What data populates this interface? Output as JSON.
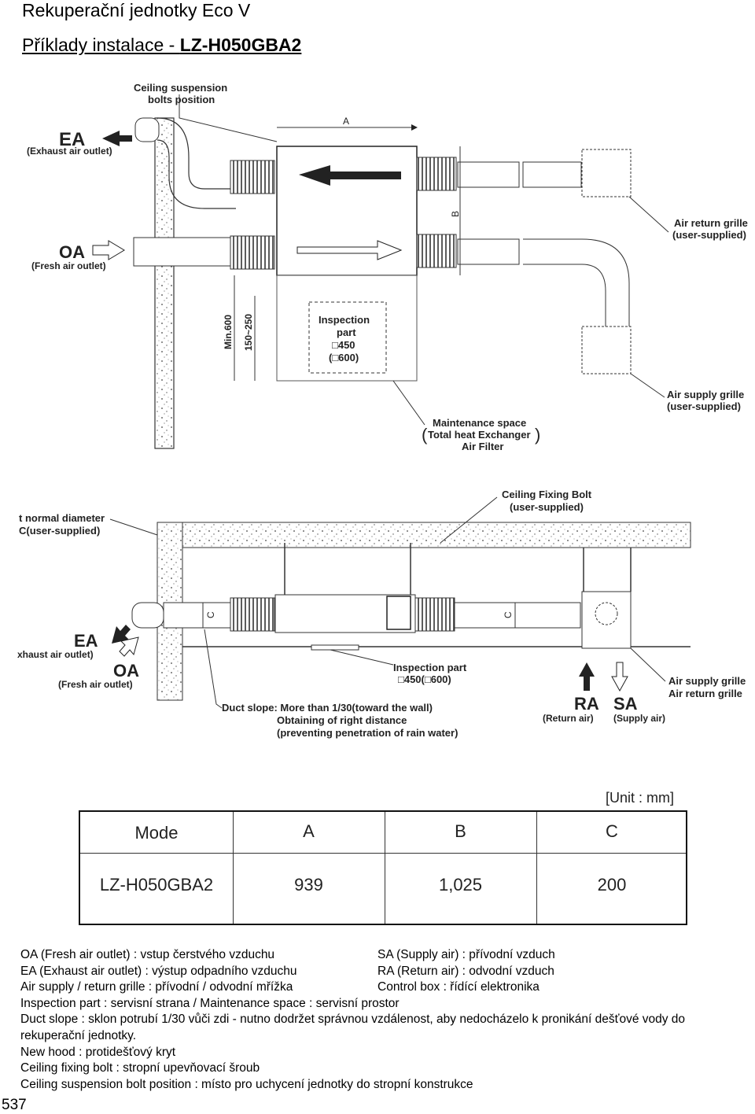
{
  "header": {
    "title": "Rekuperační jednotky Eco V",
    "subtitle_prefix": "Příklady instalace - ",
    "subtitle_model": "LZ-H050GBA2"
  },
  "diagram_top": {
    "ceiling_suspension": "Ceiling suspension",
    "bolts_position": "bolts position",
    "dim_a": "A",
    "dim_b": "B",
    "ea": "EA",
    "ea_sub": "(Exhaust air outlet)",
    "oa": "OA",
    "oa_sub": "(Fresh air outlet)",
    "air_return_grille": "Air return grille",
    "air_return_grille_sub": "(user-supplied)",
    "air_supply_grille": "Air supply grille",
    "air_supply_grille_sub": "(user-supplied)",
    "min600": "Min.600",
    "range150_250": "150~250",
    "inspection": "Inspection",
    "part": "part",
    "size450": "□450",
    "size600": "(□600)",
    "maintenance_space": "Maintenance space",
    "total_heat_exchanger": "Total heat Exchanger",
    "air_filter": "Air Filter"
  },
  "diagram_bottom": {
    "normal_diameter": "t normal diameter",
    "user_supplied_c": "C(user-supplied)",
    "ceiling_fixing_bolt": "Ceiling Fixing Bolt",
    "ceiling_fixing_bolt_sub": "(user-supplied)",
    "dim_c": "C",
    "ea": "EA",
    "ea_sub": "xhaust air outlet)",
    "oa": "OA",
    "oa_sub": "(Fresh air outlet)",
    "inspection_part": "Inspection part",
    "inspection_size": "□450(□600)",
    "air_supply_grille": "Air supply grille",
    "air_return_grille": "Air return grille",
    "ra": "RA",
    "ra_sub": "(Return air)",
    "sa": "SA",
    "sa_sub": "(Supply air)",
    "duct_slope_1": "Duct slope: More than 1/30(toward the wall)",
    "duct_slope_2": "Obtaining of right distance",
    "duct_slope_3": "(preventing penetration of rain water)"
  },
  "table": {
    "unit": "[Unit : mm]",
    "headers": [
      "Mode",
      "A",
      "B",
      "C"
    ],
    "rows": [
      [
        "LZ-H050GBA2",
        "939",
        "1,025",
        "200"
      ]
    ]
  },
  "legend": {
    "l1_left": "OA (Fresh air outlet) : vstup čerstvého vzduchu",
    "l1_right": "SA (Supply air) : přívodní vzduch",
    "l2_left": "EA (Exhaust air outlet) : výstup odpadního vzduchu",
    "l2_right": "RA (Return air) : odvodní vzduch",
    "l3_left": "Air supply / return grille : přívodní / odvodní mřížka",
    "l3_right": "Control box : řídící elektronika",
    "l4": "Inspection part : servisní strana / Maintenance space : servisní prostor",
    "l5": "Duct slope : sklon potrubí 1/30 vůči zdi - nutno dodržet správnou vzdálenost, aby nedocházelo k pronikání dešťové vody do rekuperační jednotky.",
    "l6": "New hood : protidešťový kryt",
    "l7": "Ceiling fixing bolt : stropní upevňovací šroub",
    "l8": "Ceiling suspension bolt position : místo pro uchycení jednotky do stropní konstrukce"
  },
  "page_number": "537"
}
